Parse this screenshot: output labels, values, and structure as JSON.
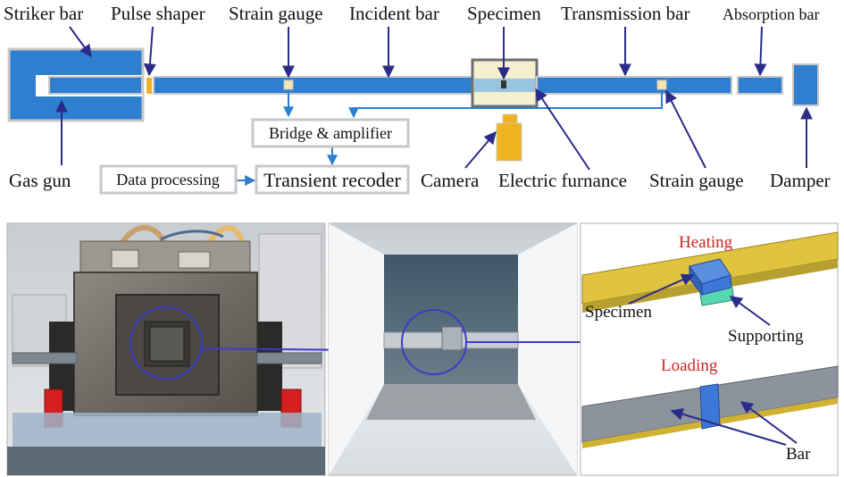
{
  "colors": {
    "bar_blue": "#2f7fd0",
    "bar_border": "#c8c8c8",
    "arrow": "#2b2b8a",
    "camera": "#f0b21e",
    "specimen_box": "#f5f0d0",
    "heating_text": "#d42222",
    "bar_yellow": "#e0c440",
    "bar_gray": "#8c939c",
    "specimen_blue": "#3c78d8",
    "support_teal": "#58d6b0"
  },
  "schematic": {
    "labels": {
      "striker_bar": "Striker bar",
      "pulse_shaper": "Pulse shaper",
      "strain_gauge_top": "Strain gauge",
      "incident_bar": "Incident bar",
      "specimen": "Specimen",
      "transmission_bar": "Transmission bar",
      "absorption_bar": "Absorption bar",
      "gas_gun": "Gas gun",
      "camera": "Camera",
      "electric_furnace": "Electric furnance",
      "strain_gauge_bottom": "Strain gauge",
      "damper": "Damper"
    },
    "boxes": {
      "bridge_amplifier": "Bridge & amplifier",
      "data_processing": "Data processing",
      "transient_recorder": "Transient recoder"
    }
  },
  "photos": {
    "furnace_photo": {
      "icon": "furnace-photo"
    },
    "interior_photo": {
      "icon": "furnace-interior-photo"
    },
    "render_panel": {
      "heating": "Heating",
      "specimen": "Specimen",
      "supporting": "Supporting",
      "loading": "Loading",
      "bar": "Bar"
    }
  }
}
